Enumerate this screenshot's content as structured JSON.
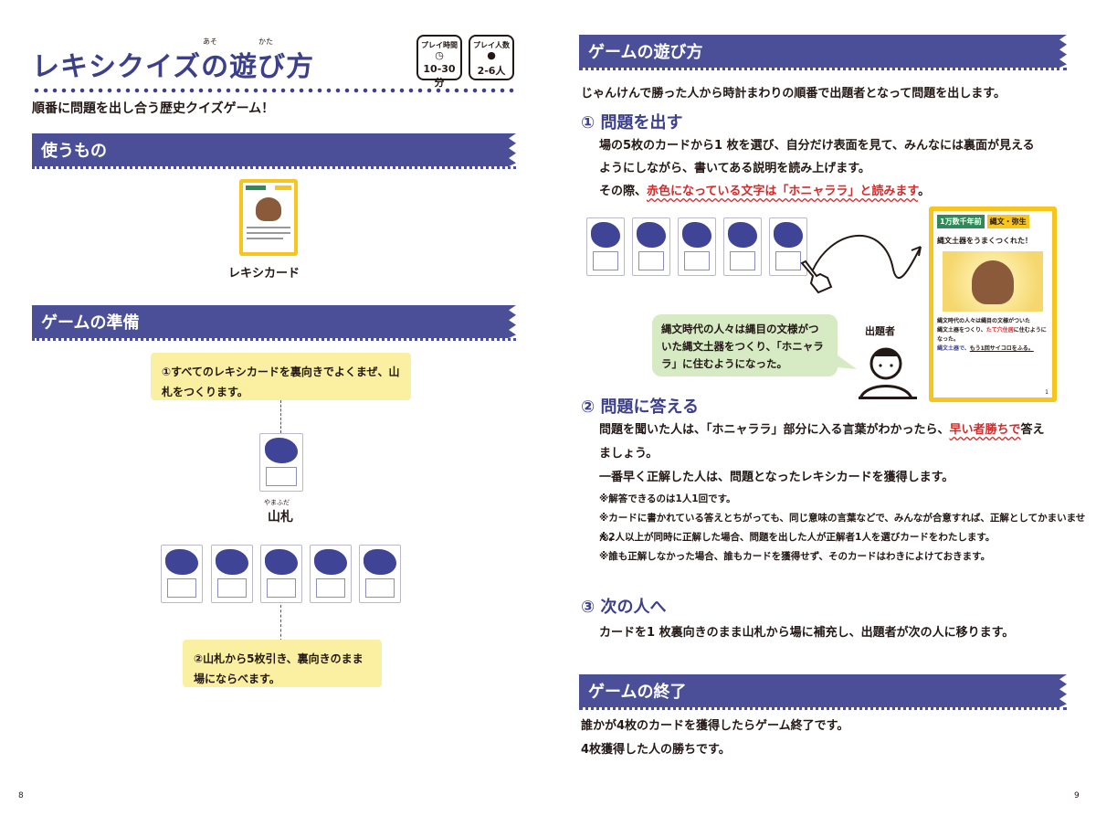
{
  "left_page": {
    "title": "レキシクイズの遊び方",
    "title_ruby": {
      "asobi": "あそ",
      "kata": "かた"
    },
    "info_play_time": {
      "label": "プレイ時間",
      "value": "10-30分"
    },
    "info_players": {
      "label": "プレイ人数",
      "value": "2-6人"
    },
    "subtitle": "順番に問題を出し合う歴史クイズゲーム！",
    "section_items": "使うもの",
    "card_caption": "レキシカード",
    "section_prep": "ゲームの準備",
    "prep_step1": "①すべてのレキシカードを裏向きでよくまぜ、山札をつくります。",
    "deck_label": "山札",
    "deck_ruby": "やまふだ",
    "prep_step2": "②山札から5枚引き、裏向きのまま場にならべます。",
    "page_number": "8"
  },
  "right_page": {
    "section_flow": "ゲームの遊び方",
    "intro": "じゃんけんで勝った人から時計まわりの順番で出題者となって問題を出します。",
    "step1_title": "① 問題を出す",
    "step1_text_a": "場の5枚のカードから1 枚を選び、自分だけ表面を見て、みんなには裏面が見える",
    "step1_text_b": "ようにしながら、書いてある説明を読み上げます。",
    "step1_text_c_pre": "その際、",
    "step1_text_c_red": "赤色になっている文字は「ホニャララ」と読みます",
    "step1_text_c_post": "。",
    "card_front": {
      "era_label": "1万数千年前",
      "category": "縄文・弥生",
      "heading": "縄文土器をうまくつくれた！",
      "desc_a": "縄文時代の人々は縄目の文様がついた",
      "desc_b": "縄文土器をつくり、",
      "desc_hl": "たて穴住居",
      "desc_c": "に住むようになった。",
      "desc_blue": "縄文土器で、",
      "desc_d": "もう1回サイコロをふる。",
      "index": "1"
    },
    "speech_bubble": "縄文時代の人々は縄目の文様がついた縄文土器をつくり、「ホニャララ」に住むようになった。",
    "asker_label": "出題者",
    "step2_title": "② 問題に答える",
    "step2_text_a_pre": "問題を聞いた人は、「ホニャララ」部分に入る言葉がわかったら、",
    "step2_text_a_red": "早い者勝ちで",
    "step2_text_a_post": "答え",
    "step2_text_b": "ましょう。",
    "step2_text_c": "一番早く正解した人は、問題となったレキシカードを獲得します。",
    "notes": [
      "※解答できるのは1人1回です。",
      "※カードに書かれている答えとちがっても、同じ意味の言葉などで、みんなが合意すれば、正解としてかまいません。",
      "※2人以上が同時に正解した場合、問題を出した人が正解者1人を選びカードをわたします。",
      "※誰も正解しなかった場合、誰もカードを獲得せず、そのカードはわきによけておきます。"
    ],
    "step3_title": "③ 次の人へ",
    "step3_text": "カードを1 枚裏向きのまま山札から場に補充し、出題者が次の人に移ります。",
    "section_end": "ゲームの終了",
    "end_text_a": "誰かが4枚のカードを獲得したらゲーム終了です。",
    "end_text_b": "4枚獲得した人の勝ちです。",
    "page_number": "9"
  },
  "colors": {
    "navy": "#4a4f97",
    "yellow": "#fbf0a2",
    "red": "#d42a2a",
    "card_yellow": "#f7c51b",
    "speech_green": "#d6ebc4"
  }
}
